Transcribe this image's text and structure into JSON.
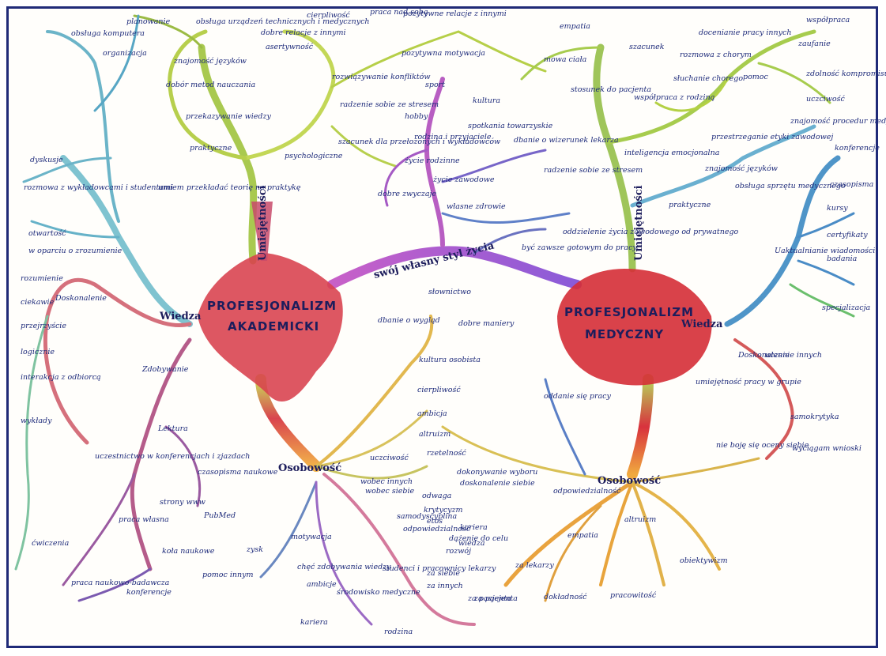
{
  "nodes": {
    "akademicki": "PROFESJONALIZM\nAKADEMICKI",
    "medyczny": "PROFESJONALIZM\nMEDYCZNY",
    "osobowosc_left": "Osobowość",
    "osobowosc_right": "Osobowość",
    "wiedza_left": "Wiedza",
    "wiedza_right": "Wiedza",
    "umiejetnosci_left": "Umiejętności",
    "umiejetnosci_right": "Umiejętności",
    "styl_zycia": "swój własny styl życia"
  },
  "labels": {
    "top_left": [
      "obsługa urządzeń technicznych i medycznych",
      "obsługa komputera",
      "planowanie",
      "organizacja",
      "znajomość języków",
      "dobór metod nauczania",
      "przekazywanie wiedzy",
      "dyskusje",
      "rozmowa z wykładowcami i studentami",
      "otwartość",
      "w oparciu o zrozumienie",
      "rozumienie",
      "ciekawie",
      "przejrzyście",
      "logicznie",
      "interakcja z odbiorcą",
      "wykłady",
      "ćwiczenia"
    ],
    "left_bottom": [
      "Doskonalenie",
      "Zdobywanie",
      "Lektura",
      "czasopisma naukowe",
      "strony www",
      "PubMed",
      "praca własna",
      "koła naukowe",
      "praca naukowo-badawcza",
      "konferencje",
      "uczestnictwo w konferencjach i zjazdach"
    ],
    "top_center": [
      "cierpliwość",
      "praca nad sobą",
      "asertywność",
      "dobre relacje z innymi",
      "rozwiązywanie konfliktów",
      "radzenie sobie ze stresem",
      "szacunek dla przełożonych i wykładowców",
      "umiem przekładać teorię na praktykę",
      "psychologiczne",
      "praktyczne",
      "pozytywne relacje z innymi",
      "pozytywna motywacja",
      "mowa ciała"
    ],
    "center": [
      "sport",
      "kultura",
      "hobby",
      "spotkania towarzyskie",
      "rodzina i przyjaciele",
      "życie zawodowe",
      "życie rodzinne",
      "dobre zwyczaje",
      "własne zdrowie",
      "dbanie o wizerunek lekarza",
      "radzenie sobie ze stresem",
      "oddzielenie życia zawodowego od prywatnego",
      "być zawsze gotowym do pracy",
      "inteligencja emocjonalna"
    ],
    "top_right": [
      "empatia",
      "szacunek",
      "stosunek do pacjenta",
      "docenianie pracy innych",
      "współpraca",
      "zaufanie",
      "zdolność kompromisu",
      "rozmowa z chorym",
      "słuchanie chorego",
      "pomoc",
      "współpraca z rodziną",
      "uczciwość",
      "znajomość procedur medycznych",
      "przestrzeganie etyki zawodowej",
      "znajomość języków",
      "obsługa sprzętu medycznego",
      "praktyczne",
      "konferencje",
      "czasopisma",
      "kursy",
      "certyfikaty",
      "badania",
      "specjalizacja",
      "Uaktualnianie wiadomości"
    ],
    "right_bottom": [
      "Doskonalenie",
      "uczenie innych",
      "umiejętność pracy w grupie",
      "samokrytyka",
      "nie boję się oceny siebie",
      "wyciągam wnioski",
      "oddanie się pracy",
      "odpowiedzialność",
      "empatia",
      "altruizm",
      "obiektywizm",
      "pracowitość",
      "dokładność",
      "za pacjenta",
      "za lekarzy"
    ],
    "bottom_center": [
      "słownictwo",
      "dbanie o wygląd",
      "dobre maniery",
      "kultura osobista",
      "cierpliwość",
      "ambicja",
      "altruizm",
      "rzetelność",
      "uczciwość",
      "dokonywanie wyboru",
      "doskonalenie siebie",
      "wobec innych",
      "wobec siebie",
      "odwaga",
      "krytycyzm",
      "etos",
      "samodyscyplina",
      "odpowiedzialność",
      "kariera",
      "motywacja",
      "wiedza",
      "zysk",
      "pomoc innym",
      "chęć zdobywania wiedzy",
      "ambicje",
      "środowisko medyczne",
      "studenci i pracownicy lekarzy",
      "za siebie",
      "za innych",
      "za pacjenta",
      "rodzina",
      "kariera",
      "rozwój",
      "dążenie do celu"
    ]
  }
}
